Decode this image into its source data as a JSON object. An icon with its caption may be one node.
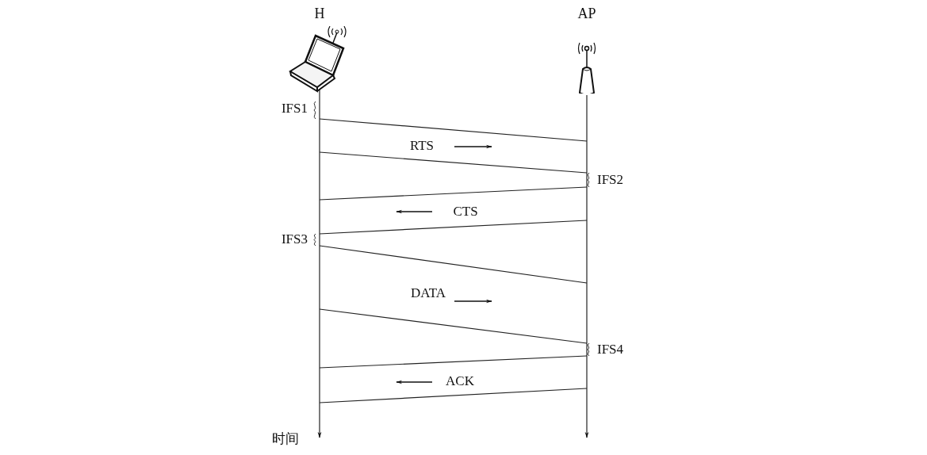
{
  "diagram": {
    "nodes": [
      {
        "text": [
          "H"
        ]
      },
      {
        "text": [
          "AP"
        ]
      }
    ],
    "edges": [
      {
        "from": 0,
        "to": null,
        "arrow": "to"
      },
      {
        "from": 1,
        "to": null,
        "arrow": "to"
      }
    ],
    "labels": [
      "IFS1",
      "RTS",
      "IFS2",
      "CTS",
      "IFS3",
      "DATA",
      "IFS4",
      "ACK",
      "时间"
    ]
  }
}
